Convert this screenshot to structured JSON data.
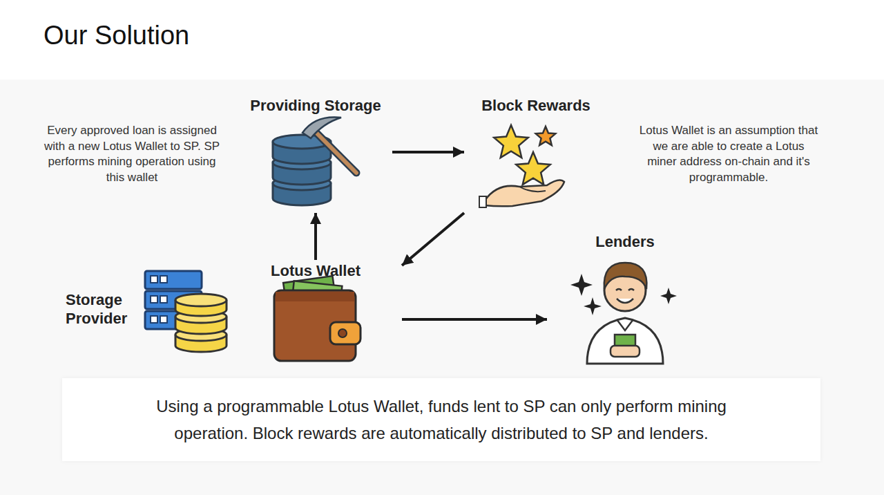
{
  "diagram": {
    "title": "Our Solution",
    "caption": "Using a programmable Lotus Wallet, funds lent to SP can only perform mining operation. Block rewards are automatically distributed to SP and lenders.",
    "nodes": [
      {
        "text": [
          "Providing Storage"
        ]
      },
      {
        "text": [
          "Block Rewards"
        ]
      },
      {
        "text": [
          "Lenders"
        ]
      },
      {
        "text": [
          "Lotus Wallet"
        ]
      },
      {
        "text": [
          "Storage Provider"
        ]
      }
    ],
    "edges": [
      {
        "from": 0,
        "to": 1,
        "arrow": "to"
      },
      {
        "from": 1,
        "to": 3,
        "arrow": "to"
      },
      {
        "from": 3,
        "to": 0,
        "arrow": "to"
      },
      {
        "from": 3,
        "to": 2,
        "arrow": "to"
      }
    ],
    "labels": [
      "Every approved loan is assigned with a new Lotus Wallet to SP. SP performs mining operation using this wallet",
      "Lotus Wallet is an assumption that we are able to create a Lotus miner address on-chain and it's programmable."
    ]
  }
}
